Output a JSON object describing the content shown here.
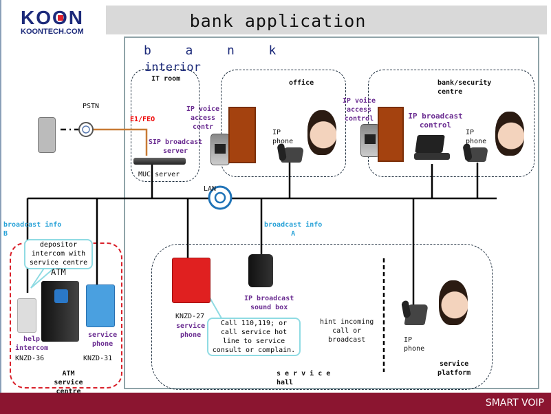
{
  "header": {
    "title": "bank application",
    "logo_text": "KOONTECH.COM",
    "logo_mark": "KOON"
  },
  "footer": {
    "brand": "SMART VOIP"
  },
  "colors": {
    "footer_bg": "#8b1530",
    "title_bar": "#d9d9d9",
    "lan": "#1f73b7",
    "pstn_line": "#c87a35",
    "accent_purple": "#6a2c91",
    "accent_cyan": "#2aa3d8"
  },
  "bank_interior": {
    "label_1": "b  a  n  k",
    "label_2": "interior"
  },
  "pstn": {
    "label": "PSTN",
    "link": "E1/FEO"
  },
  "it_room": {
    "title": "IT room",
    "server": "SIP broadcast\nserver",
    "muc": "MUC server"
  },
  "office": {
    "title": "office",
    "access": "IP voice\naccess\ncontr",
    "phone": "IP\nphone"
  },
  "security": {
    "title": "bank/security\ncentre",
    "access": "IP voice\naccess\ncontrol",
    "broadcast": "IP broadcast\ncontrol",
    "phone": "IP\nphone"
  },
  "lan": {
    "label": "LAN"
  },
  "broadcast_b": "broadcast info\nB",
  "broadcast_a": "broadcast info\nA",
  "atm_centre": {
    "callout": "depositor\nintercom with\nservice centre",
    "atm": "ATM",
    "help": "help\nintercom",
    "help_model": "KNZD-36",
    "service": "service\nphone",
    "service_model": "KNZD-31",
    "title": "ATM\nservice\ncentre"
  },
  "service_hall": {
    "phone_model": "KNZD-27",
    "phone_label": "service\nphone",
    "callout": "Call 110,119; or\ncall service hot\nline to service\nconsult or complain.",
    "sound_box": "IP broadcast\nsound box",
    "hint": "hint incoming\ncall or\nbroadcast",
    "ip_phone": "IP\nphone",
    "platform": "service\nplatform",
    "title": "s e r v i c e\nhall"
  }
}
